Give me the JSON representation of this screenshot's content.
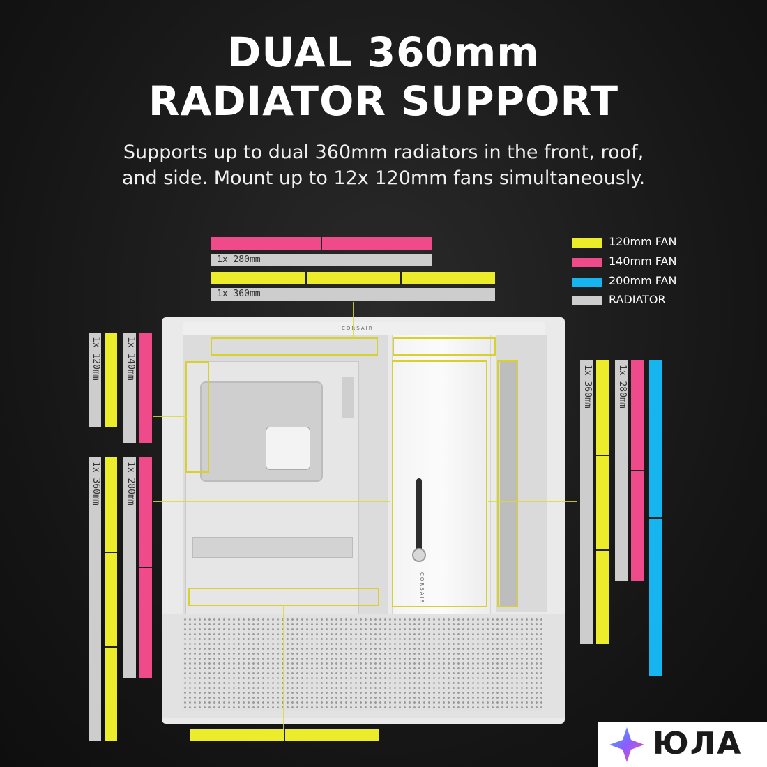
{
  "header": {
    "title_line1": "DUAL 360mm",
    "title_line2": "RADIATOR SUPPORT",
    "subtitle_line1": "Supports up to dual 360mm radiators in the front, roof,",
    "subtitle_line2": "and side. Mount up to 12x 120mm fans simultaneously."
  },
  "legend": [
    {
      "label": "120mm FAN",
      "color": "#ecec2a"
    },
    {
      "label": "140mm FAN",
      "color": "#ef4a8a"
    },
    {
      "label": "200mm FAN",
      "color": "#17b5f0"
    },
    {
      "label": "RADIATOR",
      "color": "#cdcdcd"
    }
  ],
  "top_mounts": {
    "radiator_280": "1x 280mm",
    "radiator_360": "1x 360mm"
  },
  "left_mounts": {
    "upper_120": "1x 120mm",
    "upper_140": "1x 140mm",
    "lower_360": "1x 360mm",
    "lower_280": "1x 280mm"
  },
  "right_mounts": {
    "radiator_360": "1x 360mm",
    "radiator_280": "1x 280mm"
  },
  "case": {
    "brand_top": "CORSAIR",
    "brand_side": "CORSAIR"
  },
  "watermark": {
    "text": "ЮЛА"
  }
}
